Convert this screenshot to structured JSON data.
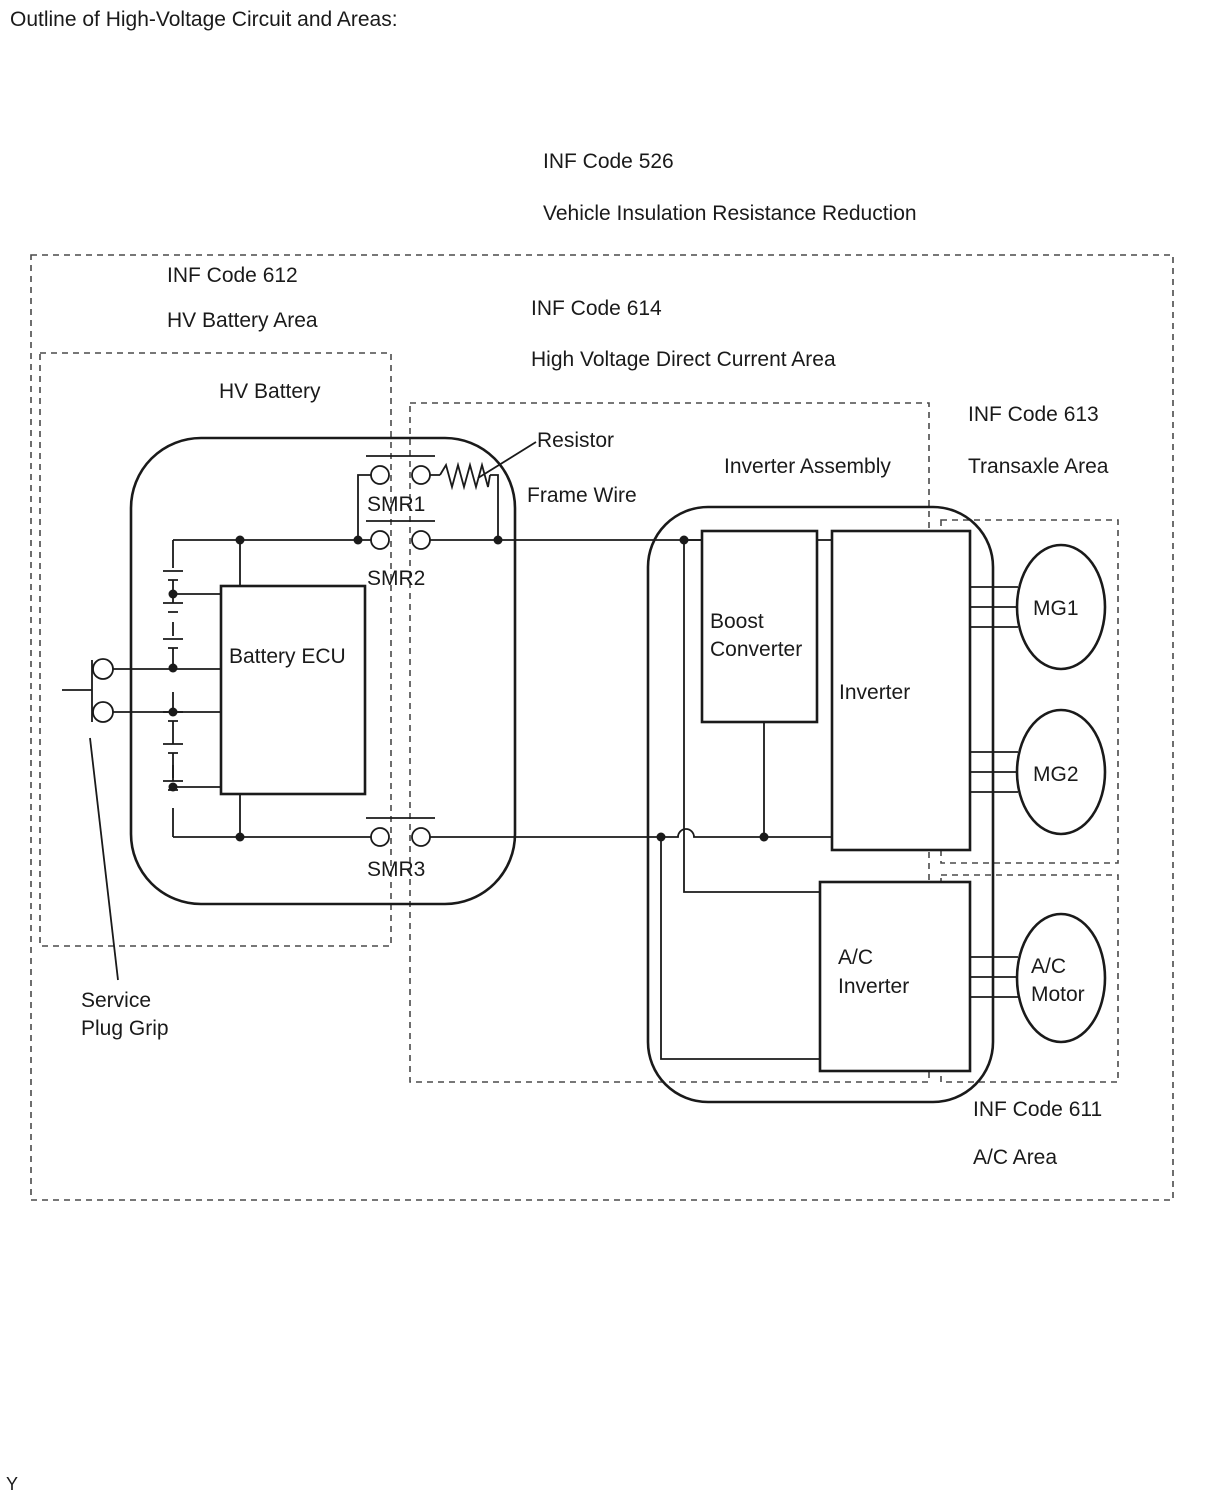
{
  "title": "Outline of High-Voltage Circuit and Areas:",
  "areas": {
    "vehicle": {
      "code": "INF Code 526",
      "name": "Vehicle Insulation Resistance Reduction"
    },
    "hv_battery_area": {
      "code": "INF Code 612",
      "name": "HV Battery Area"
    },
    "hvdc_area": {
      "code": "INF Code 614",
      "name": "High Voltage Direct Current Area"
    },
    "transaxle_area": {
      "code": "INF Code 613",
      "name": "Transaxle Area"
    },
    "ac_area": {
      "code": "INF Code 611",
      "name": "A/C Area"
    }
  },
  "labels": {
    "hv_battery": "HV Battery",
    "resistor": "Resistor",
    "frame_wire": "Frame Wire",
    "inverter_assembly": "Inverter Assembly",
    "smr1": "SMR1",
    "smr2": "SMR2",
    "smr3": "SMR3",
    "battery_ecu": "Battery ECU",
    "boost_converter_1": "Boost",
    "boost_converter_2": "Converter",
    "inverter": "Inverter",
    "ac_inverter_1": "A/C",
    "ac_inverter_2": "Inverter",
    "mg1": "MG1",
    "mg2": "MG2",
    "ac_motor_1": "A/C",
    "ac_motor_2": "Motor",
    "service_plug_1": "Service",
    "service_plug_2": "Plug Grip"
  },
  "figure_code": "Y"
}
